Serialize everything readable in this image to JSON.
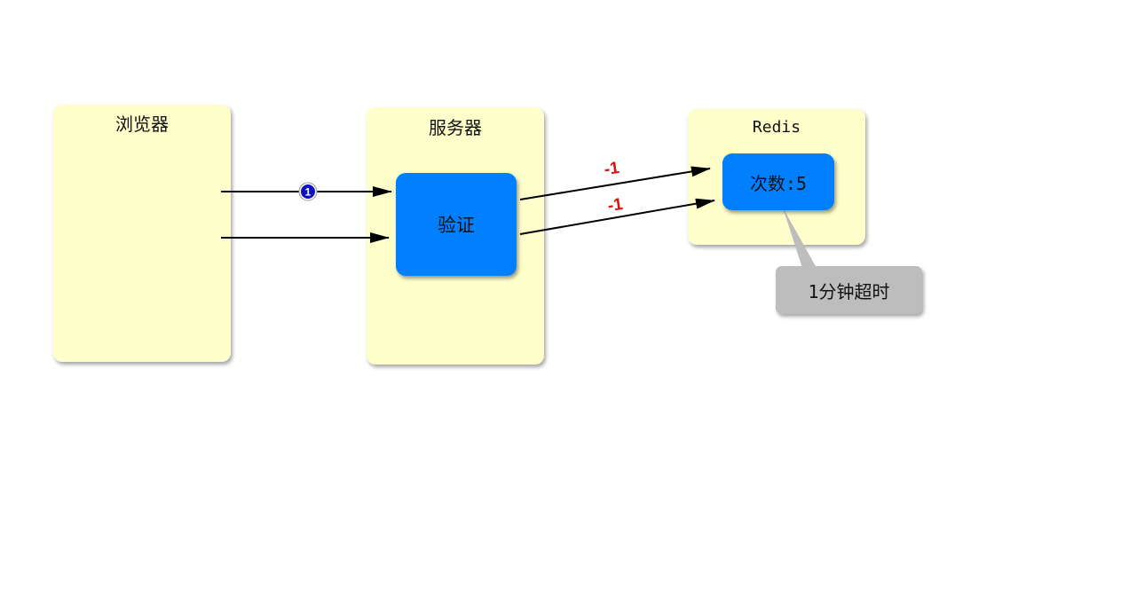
{
  "browser": {
    "title": "浏览器"
  },
  "server": {
    "title": "服务器",
    "verify_label": "验证"
  },
  "redis": {
    "title": "Redis",
    "count_label": "次数:5"
  },
  "step_badge": {
    "number": "1"
  },
  "arrow_labels": {
    "first": "-1",
    "second": "-1"
  },
  "callout": {
    "text": "1分钟超时"
  },
  "colors": {
    "panel_fill": "#ffffcc",
    "box_fill": "#0080ff",
    "callout_fill": "#bdbdbd",
    "badge_fill": "#1010c0",
    "label_red": "#e01010"
  }
}
